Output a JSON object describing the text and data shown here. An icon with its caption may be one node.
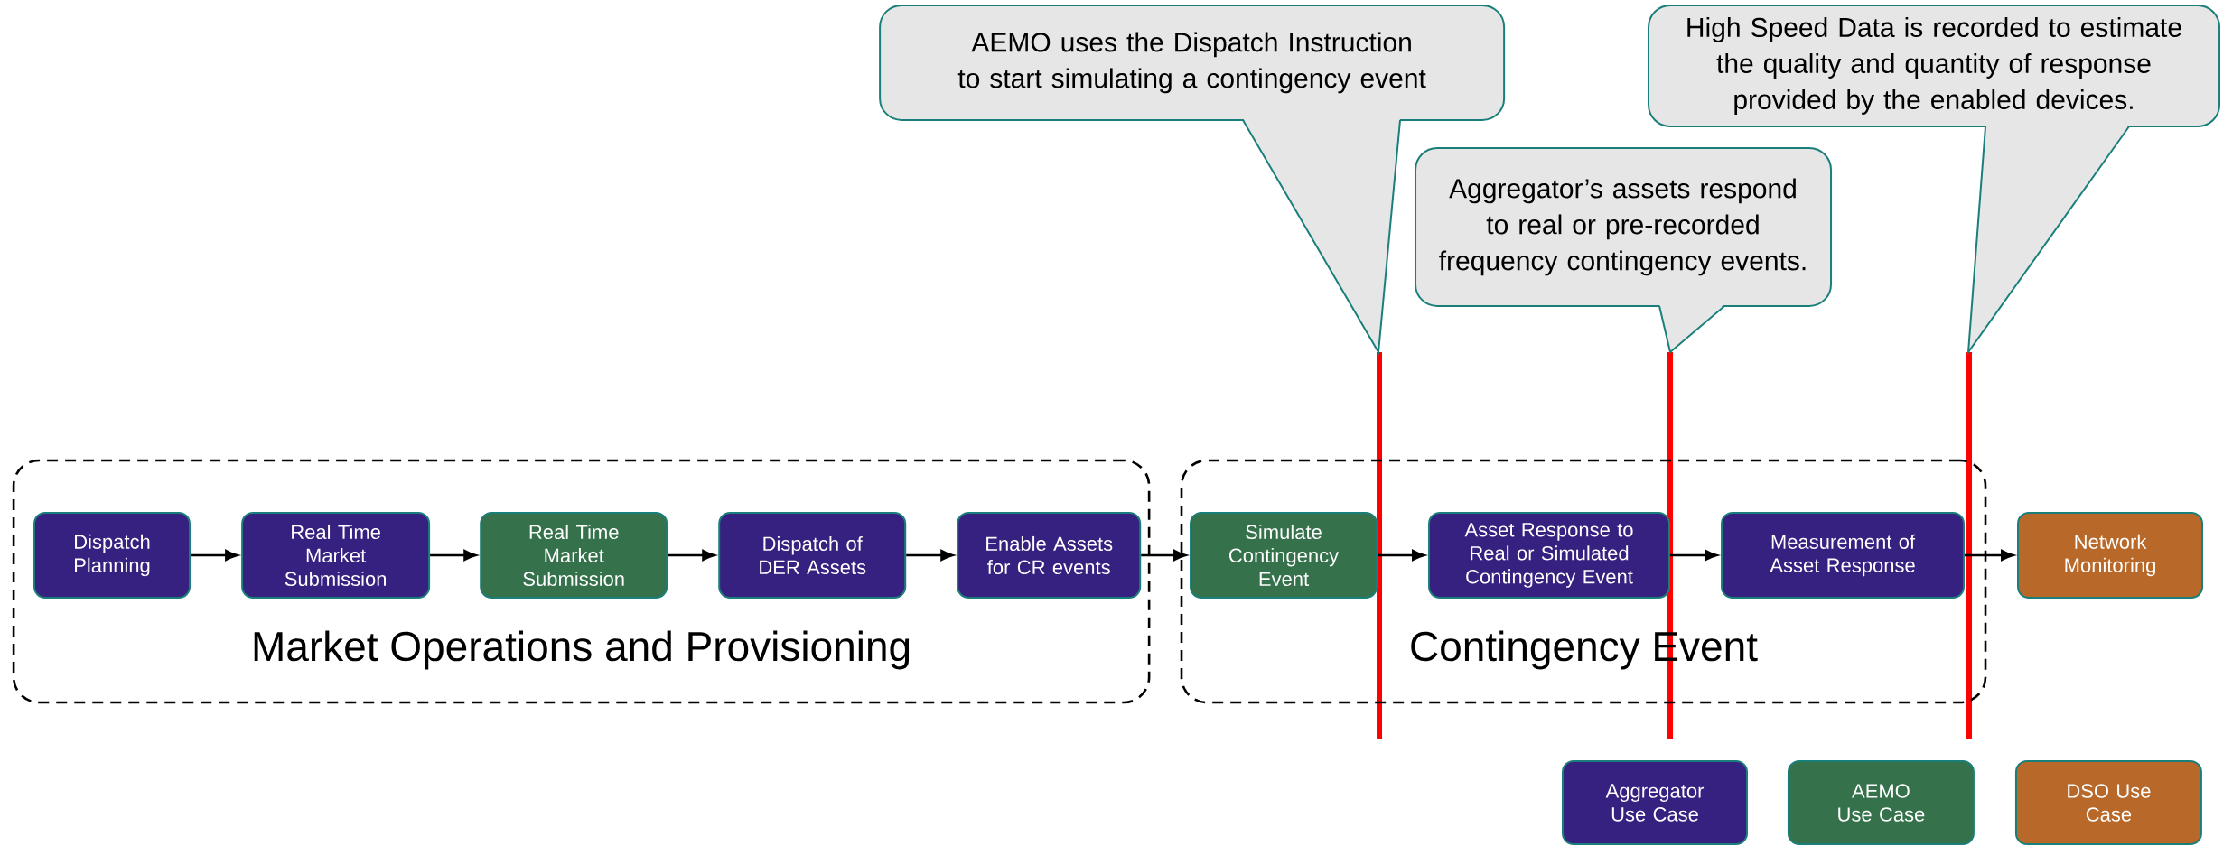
{
  "diagram": {
    "nodes": [
      {
        "text": [
          "Market Operations and Provisioning"
        ]
      },
      {
        "text": [
          "Contingency Event"
        ]
      },
      {
        "text": [
          "Dispatch Planning"
        ],
        "in": 0
      },
      {
        "text": [
          "Real Time Market Submission"
        ],
        "in": 0
      },
      {
        "text": [
          "Real Time Market Submission"
        ],
        "in": 0
      },
      {
        "text": [
          "Dispatch of DER Assets"
        ],
        "in": 0
      },
      {
        "text": [
          "Enable Assets for CR events"
        ],
        "in": 0
      },
      {
        "text": [
          "Simulate Contingency Event"
        ],
        "in": 1
      },
      {
        "text": [
          "Asset Response to Real or Simulated Contingency Event"
        ],
        "in": 1
      },
      {
        "text": [
          "Measurement of Asset Response"
        ],
        "in": 1
      },
      {
        "text": [
          "Network Monitoring"
        ]
      },
      {
        "text": [
          "AEMO uses the Dispatch Instruction to start simulating a contingency event"
        ]
      },
      {
        "text": [
          "Aggregator’s assets respond to real or pre-recorded frequency contingency events."
        ]
      },
      {
        "text": [
          "High Speed Data is recorded to estimate the quality and quantity of response provided by the enabled devices."
        ]
      }
    ],
    "edges": [
      {
        "from": 2,
        "to": 3,
        "arrow": "to"
      },
      {
        "from": 3,
        "to": 4,
        "arrow": "to"
      },
      {
        "from": 4,
        "to": 5,
        "arrow": "to"
      },
      {
        "from": 5,
        "to": 6,
        "arrow": "to"
      },
      {
        "from": 6,
        "to": 7,
        "arrow": "to"
      },
      {
        "from": 7,
        "to": 8,
        "arrow": "to"
      },
      {
        "from": 8,
        "to": 9,
        "arrow": "to"
      },
      {
        "from": 9,
        "to": 10,
        "arrow": "to"
      }
    ],
    "legend": [
      {
        "text": "Aggregator Use Case",
        "color": "#362080"
      },
      {
        "text": "AEMO Use Case",
        "color": "#35714a"
      },
      {
        "text": "DSO Use Case",
        "color": "#b8692a"
      }
    ]
  }
}
